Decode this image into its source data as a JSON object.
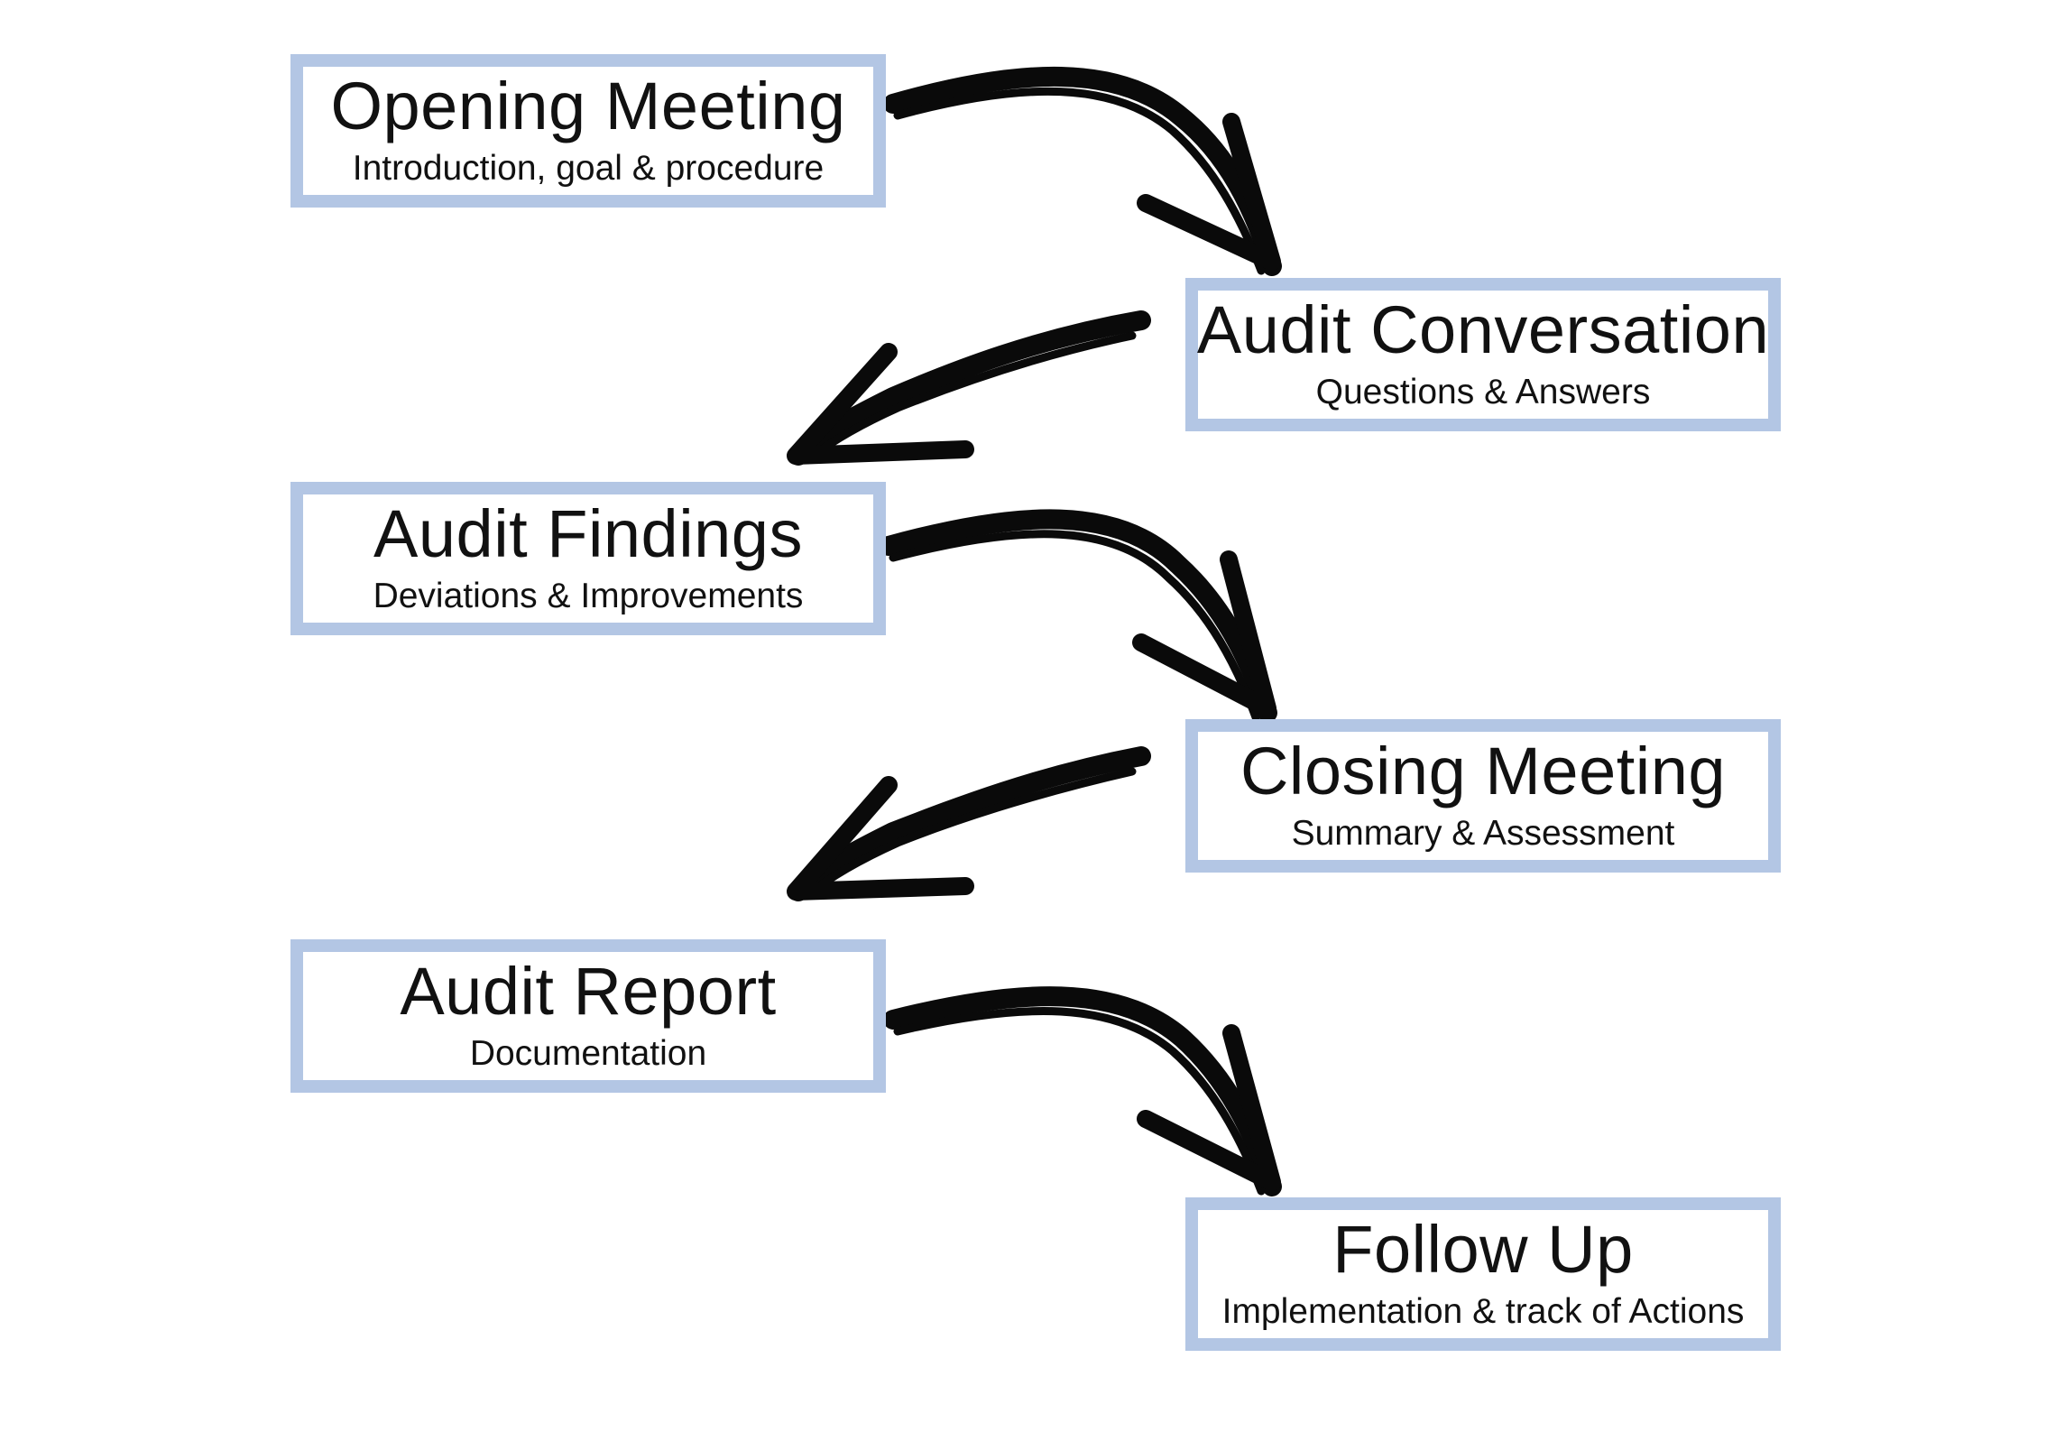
{
  "steps": [
    {
      "title": "Opening Meeting",
      "subtitle": "Introduction, goal & procedure"
    },
    {
      "title": "Audit Conversation",
      "subtitle": "Questions & Answers"
    },
    {
      "title": "Audit Findings",
      "subtitle": "Deviations & Improvements"
    },
    {
      "title": "Closing Meeting",
      "subtitle": "Summary & Assessment"
    },
    {
      "title": "Audit Report",
      "subtitle": "Documentation"
    },
    {
      "title": "Follow Up",
      "subtitle": "Implementation & track of Actions"
    }
  ],
  "colors": {
    "box_border": "#b3c6e4",
    "arrow": "#0a0a0a",
    "text": "#111111",
    "background": "#ffffff"
  }
}
